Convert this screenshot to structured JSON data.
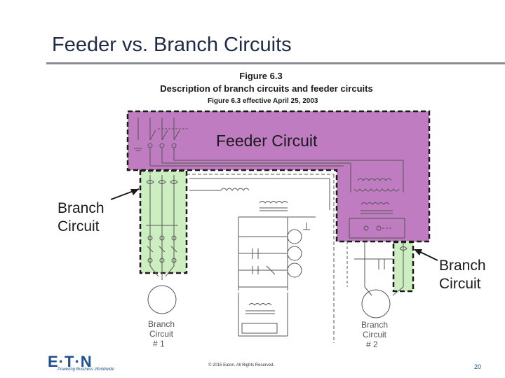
{
  "slide": {
    "title": "Feeder vs. Branch Circuits",
    "page_number": "20",
    "copyright": "© 2015 Eaton. All Rights Reserved.",
    "logo_text": "E·T·N",
    "tagline": "Powering Business Worldwide"
  },
  "figure": {
    "number": "Figure 6.3",
    "description": "Description of branch circuits and feeder circuits",
    "effective": "Figure 6.3 effective April 25, 2003"
  },
  "labels": {
    "feeder": "Feeder Circuit",
    "branch_left_line1": "Branch",
    "branch_left_line2": "Circuit",
    "branch_right_line1": "Branch",
    "branch_right_line2": "Circuit",
    "branch1_line1": "Branch",
    "branch1_line2": "Circuit",
    "branch1_num": "# 1",
    "branch2_line1": "Branch",
    "branch2_line2": "Circuit",
    "branch2_num": "# 2"
  },
  "colors": {
    "feeder_fill": "#bf7cc0",
    "branch_fill": "#cdeec0",
    "title": "#1f2a44",
    "brand": "#1f4f91"
  }
}
